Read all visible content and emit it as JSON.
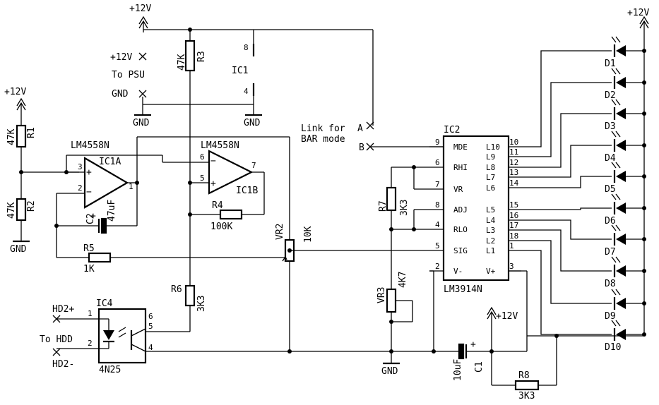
{
  "supply": {
    "vcc": "+12V",
    "gnd": "GND"
  },
  "connectors": {
    "psu_plus": "+12V",
    "psu_label": "To PSU",
    "psu_gnd": "GND",
    "hdd_plus": "HD2+",
    "hdd_label": "To HDD",
    "hdd_minus": "HD2-",
    "link_a": "A",
    "link_b": "B",
    "link_text_1": "Link for",
    "link_text_2": "BAR mode"
  },
  "resistors": {
    "r1": {
      "name": "R1",
      "value": "47K"
    },
    "r2": {
      "name": "R2",
      "value": "47K"
    },
    "r3": {
      "name": "R3",
      "value": "47K"
    },
    "r4": {
      "name": "R4",
      "value": "100K"
    },
    "r5": {
      "name": "R5",
      "value": "1K"
    },
    "r6": {
      "name": "R6",
      "value": "3K3"
    },
    "r7": {
      "name": "R7",
      "value": "3K3"
    },
    "r8": {
      "name": "R8",
      "value": "3K3"
    },
    "vr2": {
      "name": "VR2",
      "value": "10K"
    },
    "vr3": {
      "name": "VR3",
      "value": "4K7"
    }
  },
  "capacitors": {
    "c1": {
      "name": "C1",
      "value": "10uF"
    },
    "c2": {
      "name": "C2",
      "value": "47uF"
    }
  },
  "ics": {
    "ic1": {
      "name": "IC1",
      "pin_top": "8",
      "pin_bottom": "4"
    },
    "ic1a": {
      "name": "IC1A",
      "part": "LM4558N",
      "pins": [
        "3",
        "2",
        "1"
      ]
    },
    "ic1b": {
      "name": "IC1B",
      "part": "LM4558N",
      "pins": [
        "6",
        "5",
        "7"
      ]
    },
    "ic2": {
      "name": "IC2",
      "part": "LM3914N",
      "left_pins": [
        {
          "num": "9",
          "label": "MDE"
        },
        {
          "num": "6",
          "label": "RHI"
        },
        {
          "num": "7",
          "label": "VR"
        },
        {
          "num": "8",
          "label": "ADJ"
        },
        {
          "num": "4",
          "label": "RLO"
        },
        {
          "num": "5",
          "label": "SIG"
        },
        {
          "num": "2",
          "label": "V-"
        }
      ],
      "right_pins": [
        {
          "num": "10",
          "label": "L10"
        },
        {
          "num": "11",
          "label": "L9"
        },
        {
          "num": "12",
          "label": "L8"
        },
        {
          "num": "13",
          "label": "L7"
        },
        {
          "num": "14",
          "label": "L6"
        },
        {
          "num": "15",
          "label": "L5"
        },
        {
          "num": "16",
          "label": "L4"
        },
        {
          "num": "17",
          "label": "L3"
        },
        {
          "num": "18",
          "label": "L2"
        },
        {
          "num": "1",
          "label": "L1"
        },
        {
          "num": "3",
          "label": "V+"
        }
      ]
    },
    "ic4": {
      "name": "IC4",
      "part": "4N25",
      "pins": [
        "1",
        "2",
        "6",
        "5",
        "4"
      ]
    }
  },
  "leds": [
    "D1",
    "D2",
    "D3",
    "D4",
    "D5",
    "D6",
    "D7",
    "D8",
    "D9",
    "D10"
  ],
  "polarity": {
    "plus": "+"
  }
}
